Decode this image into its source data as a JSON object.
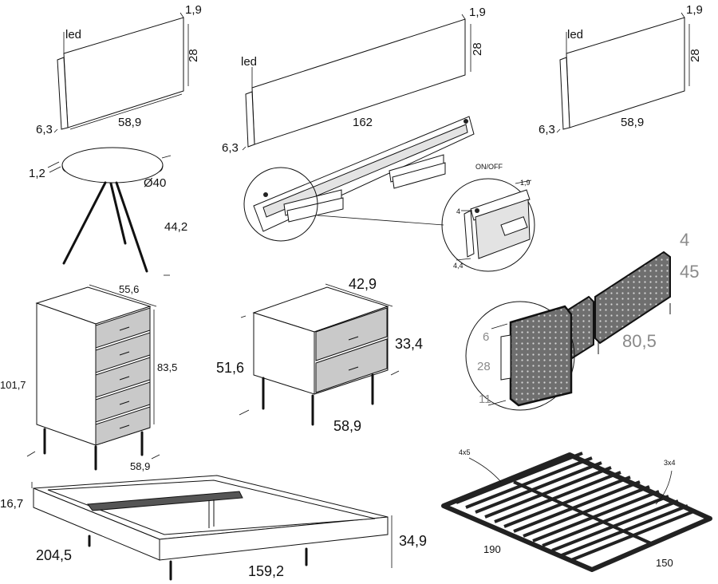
{
  "headboard_left": {
    "thickness": "1,9",
    "height": "28",
    "depth": "6,3",
    "width": "58,9",
    "led": "led"
  },
  "headboard_center": {
    "thickness": "1,9",
    "height": "28",
    "depth": "6,3",
    "width": "162",
    "led": "led"
  },
  "headboard_right": {
    "thickness": "1,9",
    "height": "28",
    "depth": "6,3",
    "width": "58,9",
    "led": "led"
  },
  "side_table": {
    "top_thickness": "1,2",
    "diameter": "Ø40",
    "height": "44,2"
  },
  "led_detail": {
    "switch": "ON/OFF",
    "thickness": "1,9",
    "gap": "4",
    "depth": "4,4"
  },
  "chest": {
    "width": "55,6",
    "height": "101,7",
    "drawer_height": "83,5",
    "depth": "58,9"
  },
  "nightstand": {
    "depth": "42,9",
    "height": "51,6",
    "drawer_height": "33,4",
    "width": "58,9"
  },
  "cushion_panel": {
    "thickness": "4",
    "height": "45",
    "width": "80,5",
    "detail_top": "6",
    "detail_mid": "28",
    "detail_bottom": "11"
  },
  "bed_frame": {
    "side_height": "16,7",
    "length": "204,5",
    "width": "159,2",
    "height": "34,9"
  },
  "slatted_base": {
    "corner_left": "4x5",
    "corner_right": "3x4",
    "length": "190",
    "width": "150"
  }
}
